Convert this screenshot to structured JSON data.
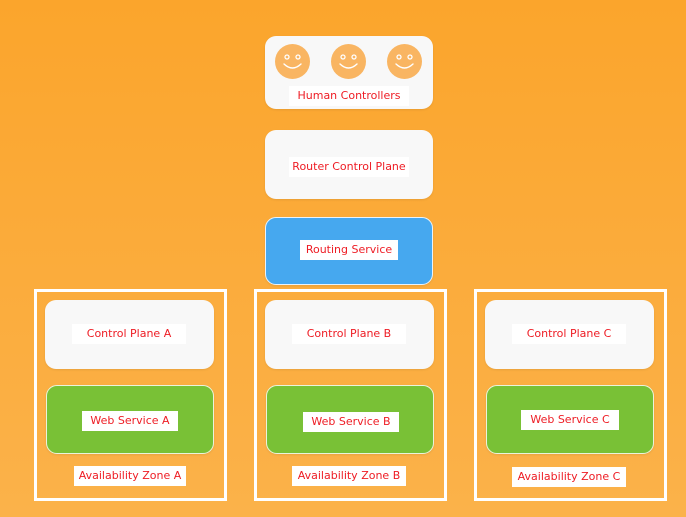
{
  "top": {
    "human_controllers": "Human Controllers",
    "router_control_plane": "Router Control Plane",
    "routing_service": "Routing Service"
  },
  "zones": [
    {
      "control_plane": "Control Plane A",
      "web_service": "Web Service A",
      "zone_label": "Availability Zone A"
    },
    {
      "control_plane": "Control Plane B",
      "web_service": "Web Service B",
      "zone_label": "Availability Zone B"
    },
    {
      "control_plane": "Control Plane C",
      "web_service": "Web Service C",
      "zone_label": "Availability Zone C"
    }
  ],
  "icons": [
    "smiley-face-icon",
    "smiley-face-icon",
    "smiley-face-icon"
  ],
  "colors": {
    "background": "#fba52c",
    "box_white": "#f8f8f8",
    "routing_blue": "#46a8ef",
    "web_green": "#79c136",
    "label_text": "#ee1c24",
    "face": "#f9b562"
  }
}
